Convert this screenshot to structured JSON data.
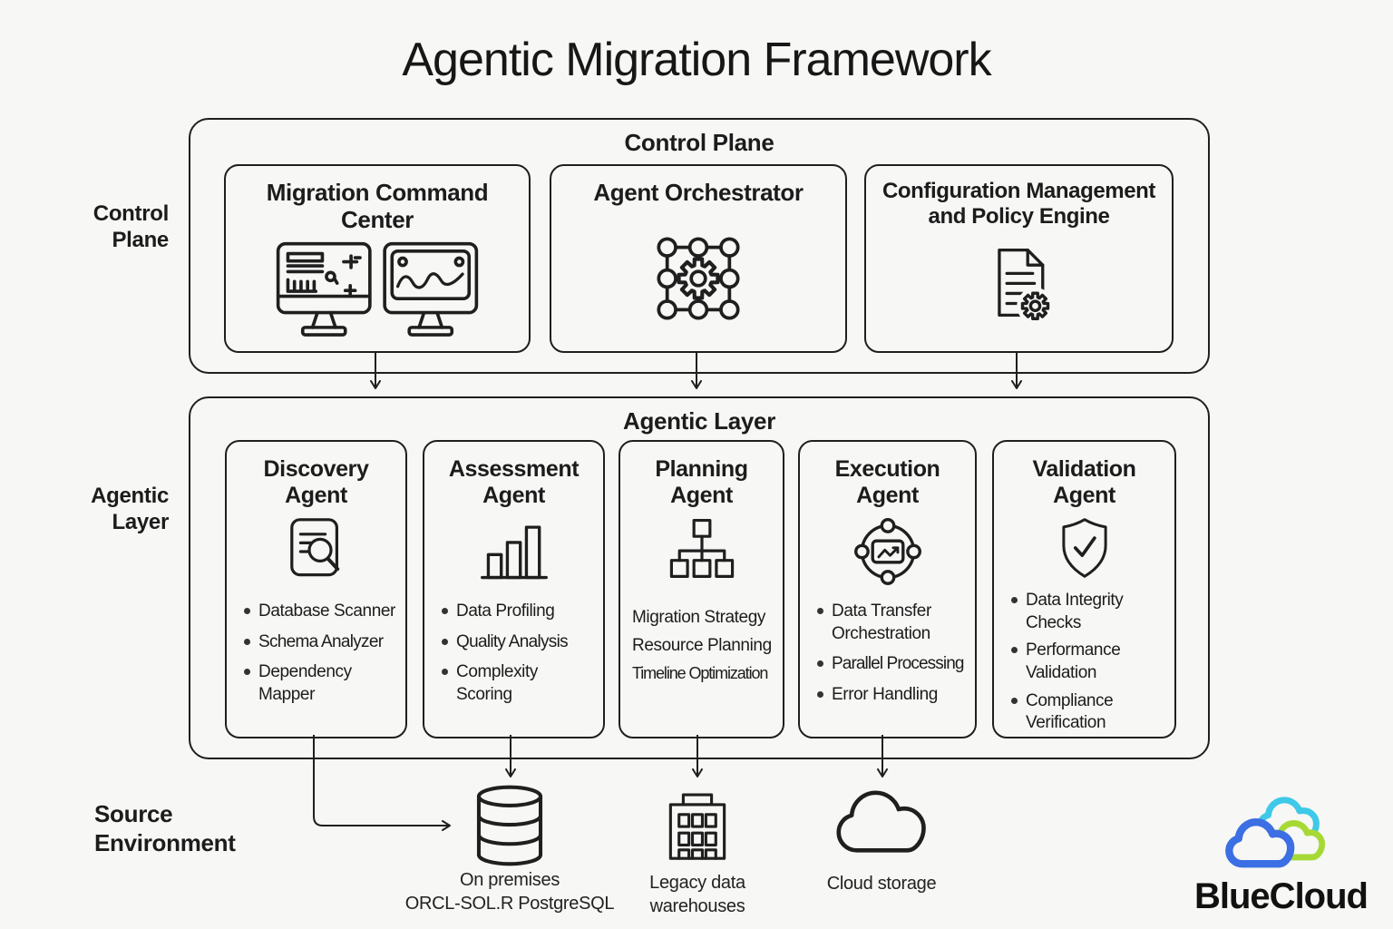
{
  "title": "Agentic Migration Framework",
  "side_labels": {
    "control_plane": {
      "line1": "Control",
      "line2": "Plane"
    },
    "agentic_layer": {
      "line1": "Agentic",
      "line2": "Layer"
    },
    "source_environment": {
      "line1": "Source",
      "line2": "Environment"
    }
  },
  "control_plane": {
    "heading": "Control Plane",
    "cards": [
      {
        "title": "Migration Command Center",
        "icon": "dual-monitor-dashboard-icon"
      },
      {
        "title": "Agent Orchestrator",
        "icon": "node-grid-gear-icon"
      },
      {
        "title": "Configuration Management and Policy Engine",
        "icon": "policy-document-gear-icon"
      }
    ]
  },
  "agentic_layer": {
    "heading": "Agentic Layer",
    "agents": [
      {
        "title": "Discovery Agent",
        "icon": "document-magnifier-icon",
        "items": [
          "Database Scanner",
          "Schema Analyzer",
          "Dependency Mapper"
        ]
      },
      {
        "title": "Assessment Agent",
        "icon": "bar-chart-icon",
        "items": [
          "Data Profiling",
          "Quality Analysis",
          "Complexity Scoring"
        ]
      },
      {
        "title": "Planning Agent",
        "icon": "hierarchy-icon",
        "items": [
          "Migration Strategy",
          "Resource Planning",
          "Timeline Optimization"
        ]
      },
      {
        "title": "Execution Agent",
        "icon": "data-transfer-orbit-icon",
        "items": [
          "Data Transfer Orchestration",
          "Parallel Processing",
          "Error Handling"
        ]
      },
      {
        "title": "Validation Agent",
        "icon": "shield-check-icon",
        "items": [
          "Data Integrity Checks",
          "Performance Validation",
          "Compliance Verification"
        ]
      }
    ]
  },
  "source_environment": {
    "nodes": [
      {
        "icon": "database-icon",
        "label_line1": "On premises",
        "label_line2": "ORCL-SOL.R PostgreSQL"
      },
      {
        "icon": "building-icon",
        "label_line1": "Legacy data",
        "label_line2": "warehouses"
      },
      {
        "icon": "cloud-icon",
        "label_line1": "Cloud storage",
        "label_line2": ""
      }
    ]
  },
  "logo": {
    "text": "BlueCloud",
    "colors": {
      "blue": "#3b6fe3",
      "cyan": "#3fc9e8",
      "green": "#a6d936",
      "line": "#1f1f1f",
      "background": "#f7f7f5"
    }
  }
}
